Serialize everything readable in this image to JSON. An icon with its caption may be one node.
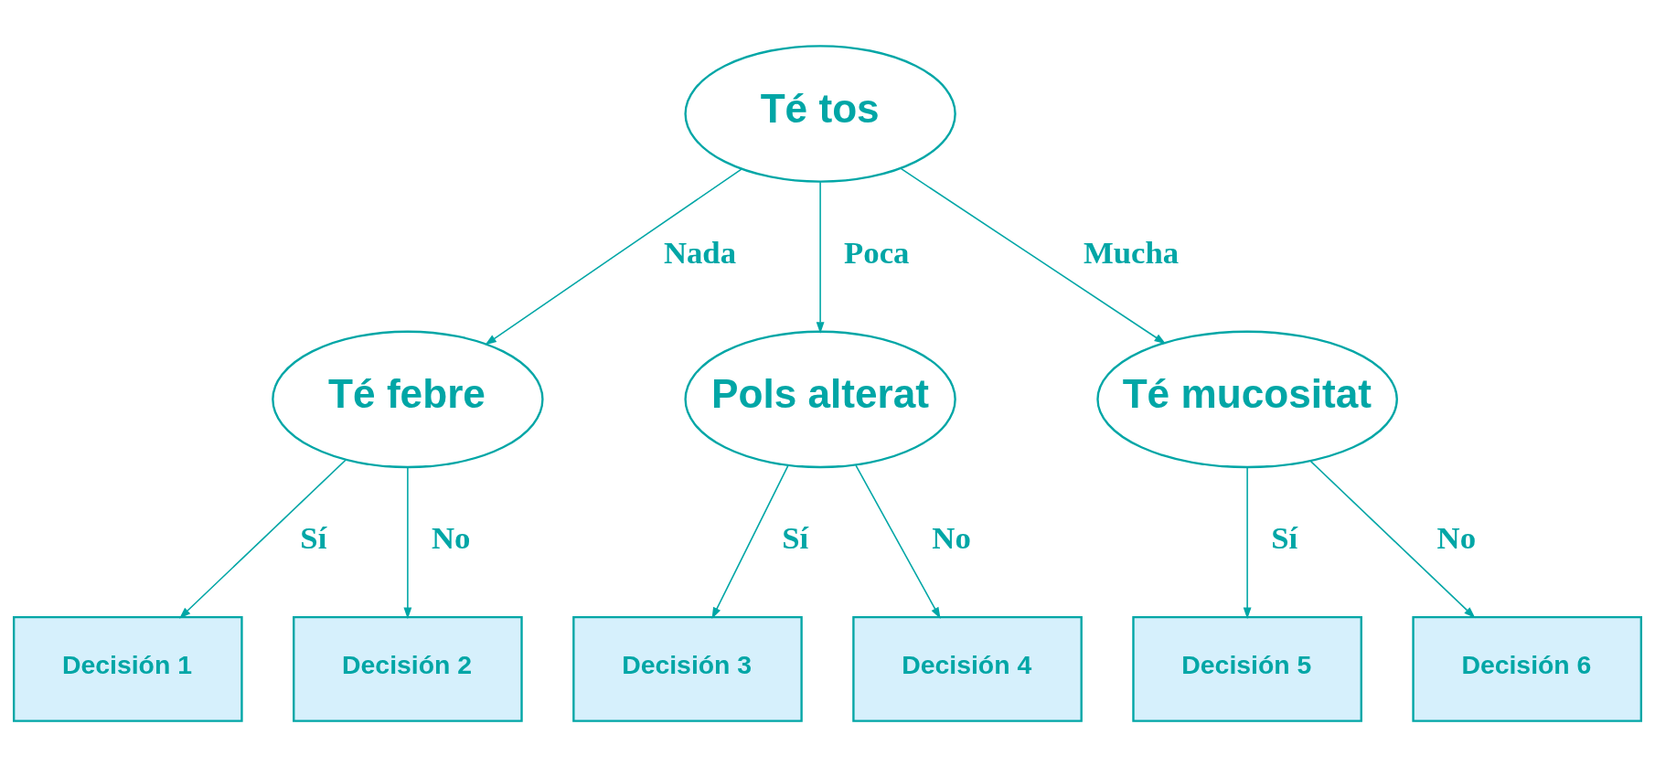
{
  "diagram": {
    "nodes": [
      {
        "text": [
          "Té tos"
        ]
      },
      {
        "text": [
          "Té febre"
        ]
      },
      {
        "text": [
          "Pols alterat"
        ]
      },
      {
        "text": [
          "Té mucositat"
        ]
      },
      {
        "text": [
          "Decisión 1"
        ]
      },
      {
        "text": [
          "Decisión 2"
        ]
      },
      {
        "text": [
          "Decisión 3"
        ]
      },
      {
        "text": [
          "Decisión 4"
        ]
      },
      {
        "text": [
          "Decisión 5"
        ]
      },
      {
        "text": [
          "Decisión 6"
        ]
      }
    ],
    "edges": [
      {
        "from": 0,
        "to": 1,
        "arrow": "to",
        "label": "Nada"
      },
      {
        "from": 0,
        "to": 2,
        "arrow": "to",
        "label": "Poca"
      },
      {
        "from": 0,
        "to": 3,
        "arrow": "to",
        "label": "Mucha"
      },
      {
        "from": 1,
        "to": 4,
        "arrow": "to",
        "label": "Sí"
      },
      {
        "from": 1,
        "to": 5,
        "arrow": "to",
        "label": "No"
      },
      {
        "from": 2,
        "to": 6,
        "arrow": "to",
        "label": "Sí"
      },
      {
        "from": 2,
        "to": 7,
        "arrow": "to",
        "label": "No"
      },
      {
        "from": 3,
        "to": 8,
        "arrow": "to",
        "label": "Sí"
      },
      {
        "from": 3,
        "to": 9,
        "arrow": "to",
        "label": "No"
      }
    ]
  }
}
